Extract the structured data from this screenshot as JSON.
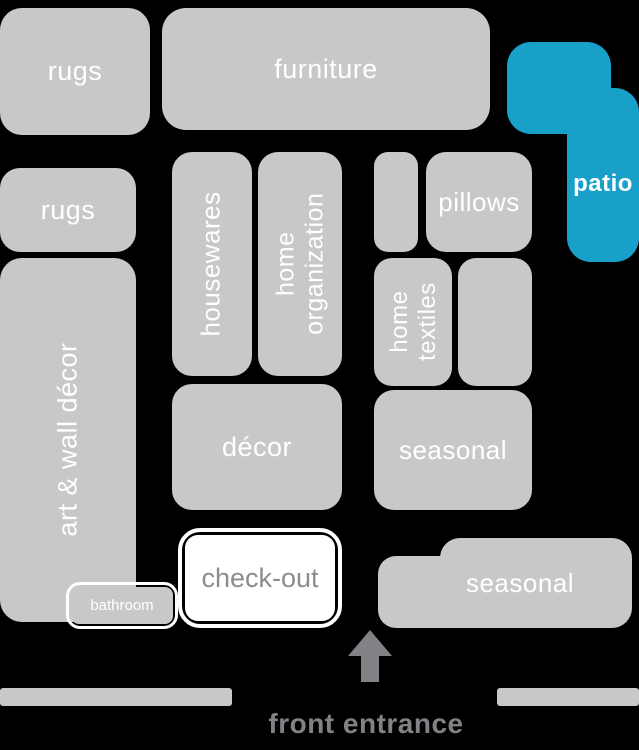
{
  "departments": {
    "rugs_top": {
      "label": "rugs"
    },
    "furniture": {
      "label": "furniture"
    },
    "patio": {
      "label": "patio"
    },
    "rugs_left": {
      "label": "rugs"
    },
    "art_wall_decor": {
      "label": "art & wall décor"
    },
    "housewares": {
      "label": "housewares"
    },
    "home_organization": {
      "label": "home\norganization"
    },
    "pillows": {
      "label": "pillows"
    },
    "home_textiles": {
      "label": "home\ntextiles"
    },
    "decor": {
      "label": "décor"
    },
    "seasonal_mid": {
      "label": "seasonal"
    },
    "seasonal_bottom": {
      "label": "seasonal"
    },
    "check_out": {
      "label": "check-out"
    },
    "bathroom": {
      "label": "bathroom"
    }
  },
  "entrance": {
    "label": "front entrance",
    "arrow_icon": "up-arrow"
  },
  "colors": {
    "background": "#000000",
    "block": "#c6c8ca",
    "accent": "#18a0c9",
    "label_text": "#ffffff",
    "checkout_text": "#8a8d90",
    "entrance": "#808285"
  }
}
